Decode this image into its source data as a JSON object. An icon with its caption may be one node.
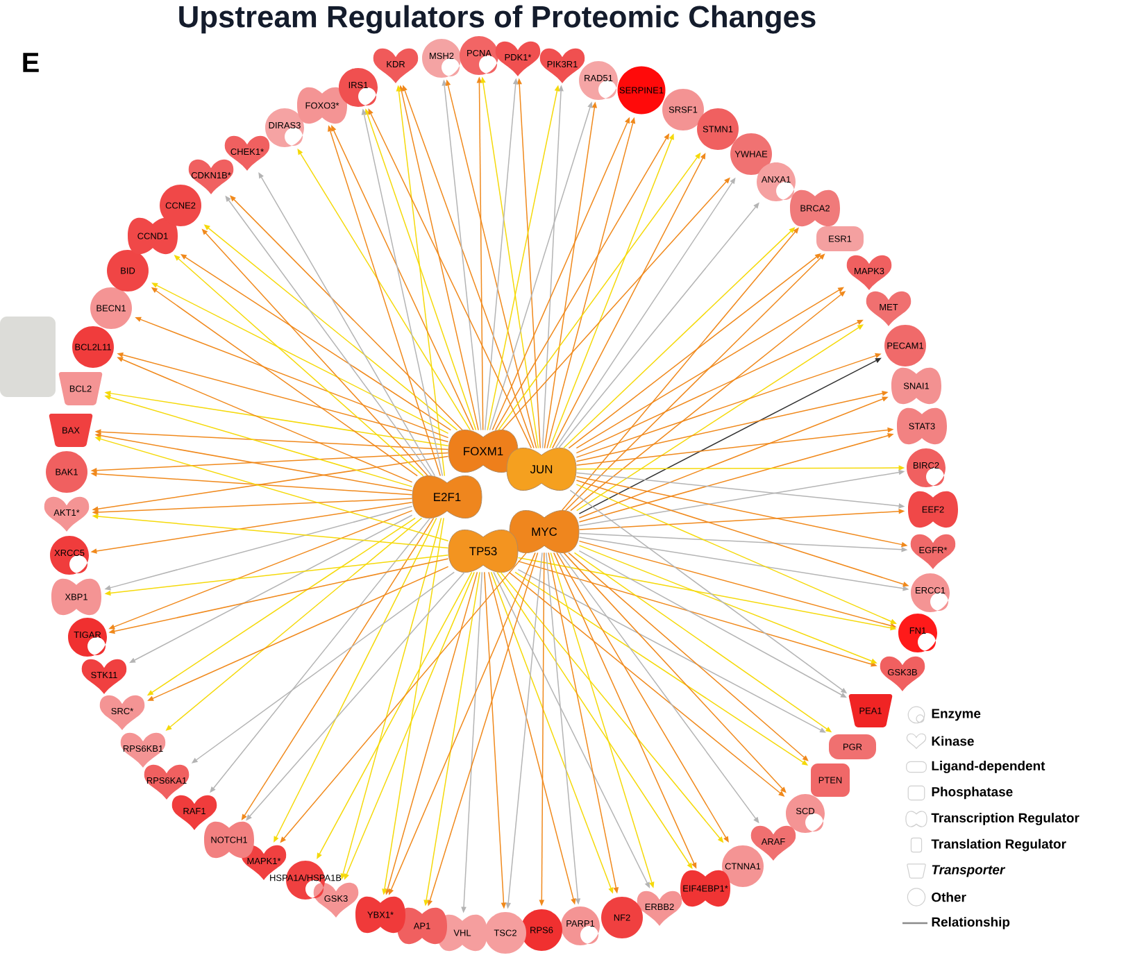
{
  "diagram": {
    "title": "Upstream Regulators of Proteomic Changes",
    "nodes": [
      {
        "text": [
          "FOXM1"
        ]
      },
      {
        "text": [
          "JUN"
        ]
      },
      {
        "text": [
          "E2F1"
        ]
      },
      {
        "text": [
          "MYC"
        ]
      },
      {
        "text": [
          "TP53"
        ]
      },
      {
        "text": [
          "KDR"
        ]
      },
      {
        "text": [
          "MSH2"
        ]
      },
      {
        "text": [
          "PCNA"
        ]
      },
      {
        "text": [
          "PDK1*"
        ]
      },
      {
        "text": [
          "PIK3R1"
        ]
      },
      {
        "text": [
          "RAD51"
        ]
      },
      {
        "text": [
          "SERPINE1"
        ]
      },
      {
        "text": [
          "SRSF1"
        ]
      },
      {
        "text": [
          "STMN1"
        ]
      },
      {
        "text": [
          "YWHAE"
        ]
      },
      {
        "text": [
          "ANXA1"
        ]
      },
      {
        "text": [
          "BRCA2"
        ]
      },
      {
        "text": [
          "ESR1"
        ]
      },
      {
        "text": [
          "MAPK3"
        ]
      },
      {
        "text": [
          "MET"
        ]
      },
      {
        "text": [
          "PECAM1"
        ]
      },
      {
        "text": [
          "SNAI1"
        ]
      },
      {
        "text": [
          "STAT3"
        ]
      },
      {
        "text": [
          "BIRC2"
        ]
      },
      {
        "text": [
          "EEF2"
        ]
      },
      {
        "text": [
          "EGFR*"
        ]
      },
      {
        "text": [
          "ERCC1"
        ]
      },
      {
        "text": [
          "FN1"
        ]
      },
      {
        "text": [
          "GSK3B"
        ]
      },
      {
        "text": [
          "PEA1"
        ]
      },
      {
        "text": [
          "PGR"
        ]
      },
      {
        "text": [
          "PTEN"
        ]
      },
      {
        "text": [
          "SCD"
        ]
      },
      {
        "text": [
          "ARAF"
        ]
      },
      {
        "text": [
          "CTNNA1"
        ]
      },
      {
        "text": [
          "EIF4EBP1*"
        ]
      },
      {
        "text": [
          "ERBB2"
        ]
      },
      {
        "text": [
          "NF2"
        ]
      },
      {
        "text": [
          "PARP1"
        ]
      },
      {
        "text": [
          "RPS6"
        ]
      },
      {
        "text": [
          "TSC2"
        ]
      },
      {
        "text": [
          "VHL"
        ]
      },
      {
        "text": [
          "AP1"
        ]
      },
      {
        "text": [
          "YBX1*"
        ]
      },
      {
        "text": [
          "GSK3"
        ]
      },
      {
        "text": [
          "HSPA1A/HSPA1B"
        ]
      },
      {
        "text": [
          "MAPK1*"
        ]
      },
      {
        "text": [
          "NOTCH1"
        ]
      },
      {
        "text": [
          "RAF1"
        ]
      },
      {
        "text": [
          "RPS6KA1"
        ]
      },
      {
        "text": [
          "RPS6KB1"
        ]
      },
      {
        "text": [
          "SRC*"
        ]
      },
      {
        "text": [
          "STK11"
        ]
      },
      {
        "text": [
          "TIGAR"
        ]
      },
      {
        "text": [
          "XBP1"
        ]
      },
      {
        "text": [
          "XRCC5"
        ]
      },
      {
        "text": [
          "AKT1*"
        ]
      },
      {
        "text": [
          "BAK1"
        ]
      },
      {
        "text": [
          "BAX"
        ]
      },
      {
        "text": [
          "BCL2"
        ]
      },
      {
        "text": [
          "BCL2L11"
        ]
      },
      {
        "text": [
          "BECN1"
        ]
      },
      {
        "text": [
          "BID"
        ]
      },
      {
        "text": [
          "CCND1"
        ]
      },
      {
        "text": [
          "CCNE2"
        ]
      },
      {
        "text": [
          "CDKN1B*"
        ]
      },
      {
        "text": [
          "CHEK1*"
        ]
      },
      {
        "text": [
          "DIRAS3"
        ]
      },
      {
        "text": [
          "FOXO3*"
        ]
      },
      {
        "text": [
          "IRS1"
        ]
      }
    ],
    "edges": [
      {
        "from": 0,
        "to": 5,
        "arrow": "to"
      },
      {
        "from": 1,
        "to": 5,
        "arrow": "to"
      },
      {
        "from": 2,
        "to": 5,
        "arrow": "to",
        "color": "#f5d90a"
      },
      {
        "from": 0,
        "to": 6,
        "arrow": "to",
        "color": "#b4b4b4"
      },
      {
        "from": 1,
        "to": 6,
        "arrow": "to"
      },
      {
        "from": 0,
        "to": 7,
        "arrow": "to"
      },
      {
        "from": 1,
        "to": 7,
        "arrow": "to",
        "color": "#f5d90a"
      },
      {
        "from": 1,
        "to": 8,
        "arrow": "to"
      },
      {
        "from": 0,
        "to": 8,
        "arrow": "to",
        "color": "#b4b4b4"
      },
      {
        "from": 1,
        "to": 9,
        "arrow": "to",
        "color": "#b4b4b4"
      },
      {
        "from": 0,
        "to": 9,
        "arrow": "to",
        "color": "#f5d90a"
      },
      {
        "from": 1,
        "to": 10,
        "arrow": "to"
      },
      {
        "from": 0,
        "to": 10,
        "arrow": "to",
        "color": "#b4b4b4"
      },
      {
        "from": 1,
        "to": 11,
        "arrow": "to"
      },
      {
        "from": 0,
        "to": 11,
        "arrow": "to"
      },
      {
        "from": 1,
        "to": 12,
        "arrow": "to",
        "color": "#f5d90a"
      },
      {
        "from": 0,
        "to": 12,
        "arrow": "to"
      },
      {
        "from": 1,
        "to": 13,
        "arrow": "to"
      },
      {
        "from": 0,
        "to": 13,
        "arrow": "to",
        "color": "#f5d90a"
      },
      {
        "from": 1,
        "to": 14,
        "arrow": "to",
        "color": "#b4b4b4"
      },
      {
        "from": 0,
        "to": 14,
        "arrow": "to"
      },
      {
        "from": 1,
        "to": 15,
        "arrow": "to",
        "color": "#b4b4b4"
      },
      {
        "from": 3,
        "to": 16,
        "arrow": "to"
      },
      {
        "from": 1,
        "to": 16,
        "arrow": "to",
        "color": "#f5d90a"
      },
      {
        "from": 1,
        "to": 17,
        "arrow": "to"
      },
      {
        "from": 3,
        "to": 17,
        "arrow": "to"
      },
      {
        "from": 3,
        "to": 18,
        "arrow": "to"
      },
      {
        "from": 1,
        "to": 18,
        "arrow": "to"
      },
      {
        "from": 1,
        "to": 19,
        "arrow": "to"
      },
      {
        "from": 3,
        "to": 19,
        "arrow": "to",
        "color": "#f5d90a"
      },
      {
        "from": 3,
        "to": 20,
        "arrow": "to",
        "color": "#303030"
      },
      {
        "from": 1,
        "to": 20,
        "arrow": "to"
      },
      {
        "from": 1,
        "to": 21,
        "arrow": "to"
      },
      {
        "from": 3,
        "to": 21,
        "arrow": "to"
      },
      {
        "from": 3,
        "to": 22,
        "arrow": "to"
      },
      {
        "from": 1,
        "to": 22,
        "arrow": "to"
      },
      {
        "from": 1,
        "to": 23,
        "arrow": "to",
        "color": "#f5d90a"
      },
      {
        "from": 3,
        "to": 23,
        "arrow": "to",
        "color": "#b4b4b4"
      },
      {
        "from": 3,
        "to": 24,
        "arrow": "to"
      },
      {
        "from": 1,
        "to": 24,
        "arrow": "to",
        "color": "#b4b4b4"
      },
      {
        "from": 1,
        "to": 25,
        "arrow": "to"
      },
      {
        "from": 3,
        "to": 25,
        "arrow": "to",
        "color": "#b4b4b4"
      },
      {
        "from": 3,
        "to": 26,
        "arrow": "to",
        "color": "#b4b4b4"
      },
      {
        "from": 1,
        "to": 26,
        "arrow": "to"
      },
      {
        "from": 3,
        "to": 27,
        "arrow": "to"
      },
      {
        "from": 1,
        "to": 27,
        "arrow": "to",
        "color": "#f5d90a"
      },
      {
        "from": 4,
        "to": 27,
        "arrow": "to",
        "color": "#f5d90a"
      },
      {
        "from": 4,
        "to": 28,
        "arrow": "to"
      },
      {
        "from": 3,
        "to": 28,
        "arrow": "to",
        "color": "#f5d90a"
      },
      {
        "from": 3,
        "to": 29,
        "arrow": "to",
        "color": "#b4b4b4"
      },
      {
        "from": 1,
        "to": 29,
        "arrow": "to",
        "color": "#b4b4b4"
      },
      {
        "from": 4,
        "to": 30,
        "arrow": "to",
        "color": "#b4b4b4"
      },
      {
        "from": 3,
        "to": 30,
        "arrow": "to",
        "color": "#f5d90a"
      },
      {
        "from": 3,
        "to": 31,
        "arrow": "to"
      },
      {
        "from": 4,
        "to": 31,
        "arrow": "to",
        "color": "#f5d90a"
      },
      {
        "from": 4,
        "to": 32,
        "arrow": "to"
      },
      {
        "from": 3,
        "to": 32,
        "arrow": "to"
      },
      {
        "from": 3,
        "to": 33,
        "arrow": "to",
        "color": "#b4b4b4"
      },
      {
        "from": 4,
        "to": 34,
        "arrow": "to",
        "color": "#f5d90a"
      },
      {
        "from": 3,
        "to": 34,
        "arrow": "to"
      },
      {
        "from": 3,
        "to": 35,
        "arrow": "to"
      },
      {
        "from": 4,
        "to": 35,
        "arrow": "to",
        "color": "#f5d90a"
      },
      {
        "from": 4,
        "to": 36,
        "arrow": "to",
        "color": "#b4b4b4"
      },
      {
        "from": 3,
        "to": 36,
        "arrow": "to",
        "color": "#f5d90a"
      },
      {
        "from": 3,
        "to": 37,
        "arrow": "to"
      },
      {
        "from": 4,
        "to": 37,
        "arrow": "to",
        "color": "#f5d90a"
      },
      {
        "from": 4,
        "to": 38,
        "arrow": "to"
      },
      {
        "from": 3,
        "to": 38,
        "arrow": "to",
        "color": "#b4b4b4"
      },
      {
        "from": 3,
        "to": 39,
        "arrow": "to"
      },
      {
        "from": 4,
        "to": 40,
        "arrow": "to"
      },
      {
        "from": 3,
        "to": 40,
        "arrow": "to",
        "color": "#b4b4b4"
      },
      {
        "from": 4,
        "to": 41,
        "arrow": "to",
        "color": "#b4b4b4"
      },
      {
        "from": 3,
        "to": 42,
        "arrow": "to"
      },
      {
        "from": 4,
        "to": 42,
        "arrow": "to",
        "color": "#f5d90a"
      },
      {
        "from": 4,
        "to": 43,
        "arrow": "to"
      },
      {
        "from": 3,
        "to": 43,
        "arrow": "to"
      },
      {
        "from": 2,
        "to": 43,
        "arrow": "to",
        "color": "#f5d90a"
      },
      {
        "from": 2,
        "to": 44,
        "arrow": "to",
        "color": "#f5d90a"
      },
      {
        "from": 4,
        "to": 44,
        "arrow": "to",
        "color": "#f5d90a"
      },
      {
        "from": 4,
        "to": 45,
        "arrow": "to",
        "color": "#f5d90a"
      },
      {
        "from": 3,
        "to": 46,
        "arrow": "to"
      },
      {
        "from": 2,
        "to": 46,
        "arrow": "to",
        "color": "#f5d90a"
      },
      {
        "from": 2,
        "to": 47,
        "arrow": "to"
      },
      {
        "from": 4,
        "to": 47,
        "arrow": "to",
        "color": "#b4b4b4"
      },
      {
        "from": 2,
        "to": 48,
        "arrow": "to",
        "color": "#b4b4b4"
      },
      {
        "from": 4,
        "to": 49,
        "arrow": "to",
        "color": "#b4b4b4"
      },
      {
        "from": 2,
        "to": 50,
        "arrow": "to",
        "color": "#f5d90a"
      },
      {
        "from": 4,
        "to": 51,
        "arrow": "to"
      },
      {
        "from": 2,
        "to": 51,
        "arrow": "to",
        "color": "#f5d90a"
      },
      {
        "from": 2,
        "to": 52,
        "arrow": "to",
        "color": "#b4b4b4"
      },
      {
        "from": 4,
        "to": 53,
        "arrow": "to"
      },
      {
        "from": 2,
        "to": 53,
        "arrow": "to"
      },
      {
        "from": 2,
        "to": 54,
        "arrow": "to",
        "color": "#b4b4b4"
      },
      {
        "from": 4,
        "to": 54,
        "arrow": "to",
        "color": "#f5d90a"
      },
      {
        "from": 2,
        "to": 55,
        "arrow": "to"
      },
      {
        "from": 2,
        "to": 56,
        "arrow": "to"
      },
      {
        "from": 4,
        "to": 56,
        "arrow": "to",
        "color": "#f5d90a"
      },
      {
        "from": 0,
        "to": 56,
        "arrow": "to"
      },
      {
        "from": 2,
        "to": 57,
        "arrow": "to"
      },
      {
        "from": 0,
        "to": 57,
        "arrow": "to"
      },
      {
        "from": 0,
        "to": 58,
        "arrow": "to"
      },
      {
        "from": 2,
        "to": 58,
        "arrow": "to"
      },
      {
        "from": 4,
        "to": 58,
        "arrow": "to",
        "color": "#f5d90a"
      },
      {
        "from": 0,
        "to": 59,
        "arrow": "to",
        "color": "#f5d90a"
      },
      {
        "from": 2,
        "to": 59,
        "arrow": "to",
        "color": "#f5d90a"
      },
      {
        "from": 2,
        "to": 60,
        "arrow": "to"
      },
      {
        "from": 0,
        "to": 60,
        "arrow": "to"
      },
      {
        "from": 0,
        "to": 61,
        "arrow": "to"
      },
      {
        "from": 2,
        "to": 62,
        "arrow": "to"
      },
      {
        "from": 0,
        "to": 62,
        "arrow": "to",
        "color": "#f5d90a"
      },
      {
        "from": 0,
        "to": 63,
        "arrow": "to"
      },
      {
        "from": 2,
        "to": 63,
        "arrow": "to",
        "color": "#f5d90a"
      },
      {
        "from": 2,
        "to": 64,
        "arrow": "to"
      },
      {
        "from": 0,
        "to": 64,
        "arrow": "to",
        "color": "#f5d90a"
      },
      {
        "from": 0,
        "to": 65,
        "arrow": "to"
      },
      {
        "from": 2,
        "to": 65,
        "arrow": "to",
        "color": "#b4b4b4"
      },
      {
        "from": 2,
        "to": 66,
        "arrow": "to",
        "color": "#b4b4b4"
      },
      {
        "from": 0,
        "to": 67,
        "arrow": "to",
        "color": "#f5d90a"
      },
      {
        "from": 0,
        "to": 68,
        "arrow": "to"
      },
      {
        "from": 2,
        "to": 68,
        "arrow": "to"
      },
      {
        "from": 0,
        "to": 69,
        "arrow": "to",
        "color": "#f5d90a"
      },
      {
        "from": 1,
        "to": 69,
        "arrow": "to"
      },
      {
        "from": 2,
        "to": 69,
        "arrow": "to",
        "color": "#b4b4b4"
      }
    ],
    "labels": [
      "E"
    ],
    "legend": [
      {
        "text": "Enzyme"
      },
      {
        "text": "Kinase"
      },
      {
        "text": "Ligand-dependent"
      },
      {
        "text": "Phosphatase"
      },
      {
        "text": "Transcription Regulator"
      },
      {
        "text": "Translation Regulator"
      },
      {
        "text": "Transporter"
      },
      {
        "text": "Other"
      },
      {
        "text": "Relationship"
      }
    ]
  }
}
